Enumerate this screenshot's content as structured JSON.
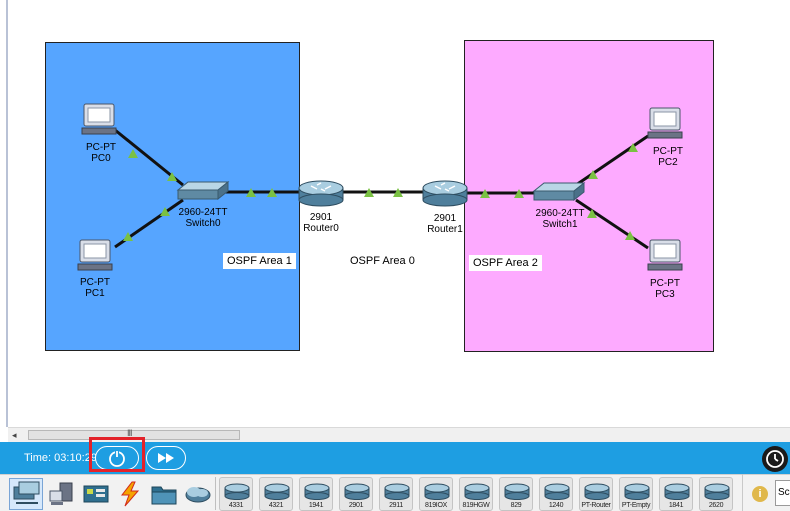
{
  "topology": {
    "areas": [
      {
        "label": "OSPF Area 1"
      },
      {
        "label": "OSPF Area 0"
      },
      {
        "label": "OSPF Area 2"
      }
    ],
    "devices": {
      "pc0": {
        "type": "PC-PT",
        "name": "PC0"
      },
      "pc1": {
        "type": "PC-PT",
        "name": "PC1"
      },
      "pc2": {
        "type": "PC-PT",
        "name": "PC2"
      },
      "pc3": {
        "type": "PC-PT",
        "name": "PC3"
      },
      "switch0": {
        "type": "2960-24TT",
        "name": "Switch0"
      },
      "switch1": {
        "type": "2960-24TT",
        "name": "Switch1"
      },
      "router0": {
        "type": "2901",
        "name": "Router0"
      },
      "router1": {
        "type": "2901",
        "name": "Router1"
      }
    },
    "colors": {
      "area1": "#56a5ff",
      "area2": "#fdaaff",
      "link_indicator": "#7ac143"
    }
  },
  "scrollbar": {
    "left_arrow": "◂",
    "thumb_grip": "III"
  },
  "timebar": {
    "time_label": "Time: 03:10:29",
    "reset_icon": "power-cycle-icon",
    "fast_forward_icon": "fast-forward-icon",
    "clock_icon": "clock-icon"
  },
  "toolbar": {
    "categories": [
      "network-devices-icon",
      "end-devices-icon",
      "components-icon",
      "connections-icon",
      "miscellaneous-icon",
      "multiuser-icon"
    ],
    "device_models": [
      "4331",
      "4321",
      "1941",
      "2901",
      "2911",
      "819IOX",
      "819HGW",
      "829",
      "1240",
      "PT-Router",
      "PT-Empty",
      "1841",
      "2620"
    ],
    "info_icon": "i",
    "search_placeholder": "Sc"
  }
}
